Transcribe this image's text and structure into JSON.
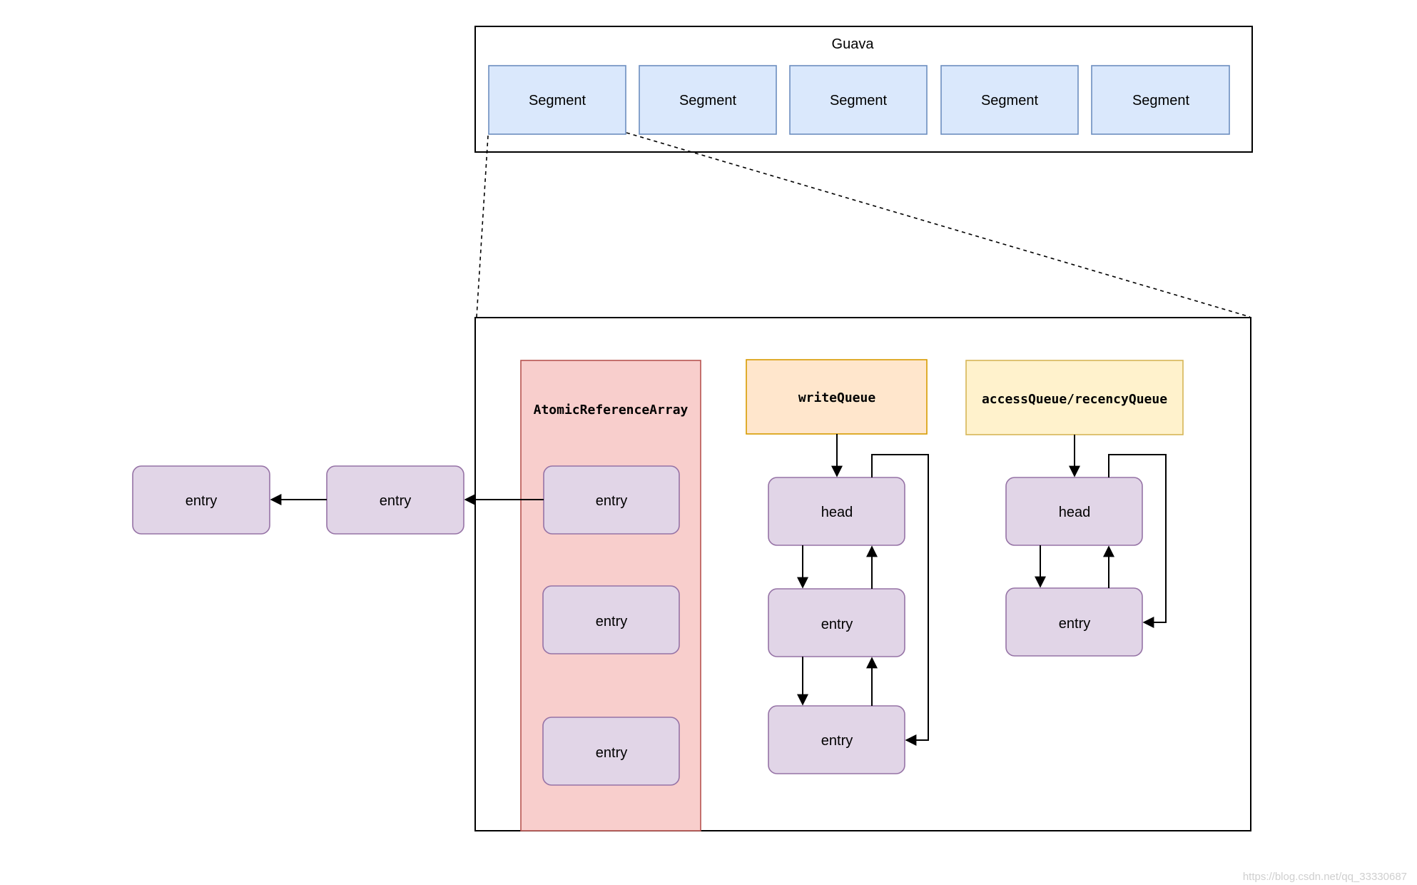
{
  "guava": {
    "title": "Guava"
  },
  "segments": [
    "Segment",
    "Segment",
    "Segment",
    "Segment",
    "Segment"
  ],
  "array": {
    "title": "AtomicReferenceArray",
    "entries": [
      "entry",
      "entry",
      "entry"
    ]
  },
  "chain": [
    "entry",
    "entry"
  ],
  "write_queue": {
    "title": "writeQueue",
    "head": "head",
    "entries": [
      "entry",
      "entry"
    ]
  },
  "access_queue": {
    "title": "accessQueue/recencyQueue",
    "head": "head",
    "entries": [
      "entry"
    ]
  },
  "watermark": "https://blog.csdn.net/qq_33330687",
  "colors": {
    "segment_fill": "#dae8fc",
    "segment_stroke": "#6c8ebf",
    "entry_fill": "#e1d5e7",
    "entry_stroke": "#9673a6",
    "array_fill": "#f8cecc",
    "array_stroke": "#b85450",
    "write_queue_fill": "#ffe6cc",
    "write_queue_stroke": "#d79b00",
    "access_queue_fill": "#fff2cc",
    "access_queue_stroke": "#d6b656"
  }
}
